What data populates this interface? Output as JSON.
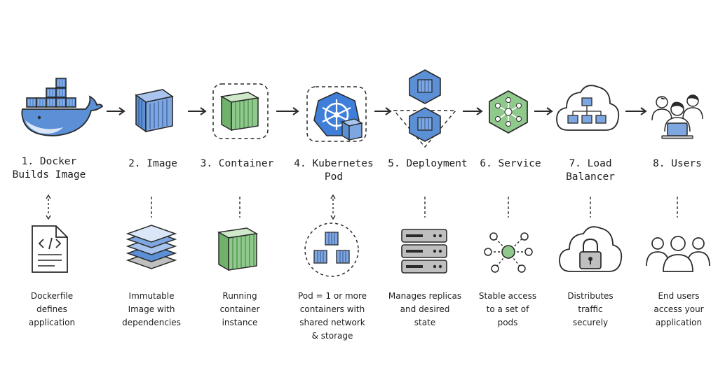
{
  "colors": {
    "blue": "#5b8fd6",
    "blue_light": "#a9c4ee",
    "green": "#8fc98c",
    "green_light": "#cfe8c9",
    "gray": "#bfbfbf",
    "ink": "#2a2a2a"
  },
  "steps": [
    {
      "title": "1. Docker\nBuilds Image",
      "desc": "Dockerfile\ndefines\napplication",
      "icon": "docker-whale-icon",
      "detail_icon": "dockerfile-icon"
    },
    {
      "title": "2. Image",
      "desc": "Immutable\nImage with\ndependencies",
      "icon": "image-cube-icon",
      "detail_icon": "layers-icon"
    },
    {
      "title": "3. Container",
      "desc": "Running\ncontainer\ninstance",
      "icon": "container-icon",
      "detail_icon": "running-container-icon"
    },
    {
      "title": "4. Kubernetes\nPod",
      "desc": "Pod = 1 or more\ncontainers with\nshared network\n& storage",
      "icon": "kubernetes-pod-icon",
      "detail_icon": "pod-group-icon"
    },
    {
      "title": "5. Deployment",
      "desc": "Manages replicas\nand desired\nstate",
      "icon": "deployment-icon",
      "detail_icon": "server-rack-icon"
    },
    {
      "title": "6. Service",
      "desc": "Stable access\nto a set of\npods",
      "icon": "service-hexagon-icon",
      "detail_icon": "network-nodes-icon"
    },
    {
      "title": "7. Load\nBalancer",
      "desc": "Distributes\ntraffic\nsecurely",
      "icon": "load-balancer-cloud-icon",
      "detail_icon": "cloud-lock-icon"
    },
    {
      "title": "8. Users",
      "desc": "End users\naccess your\napplication",
      "icon": "users-laptop-icon",
      "detail_icon": "users-outline-icon"
    }
  ]
}
